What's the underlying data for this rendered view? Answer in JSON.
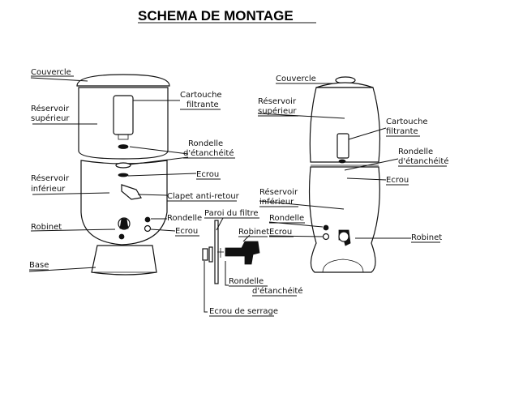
{
  "title": "SCHEMA DE MONTAGE",
  "left": {
    "couvercle": "Couvercle",
    "reservoir_superieur": [
      "Réservoir",
      "supérieur"
    ],
    "cartouche": [
      "Cartouche",
      "filtrante"
    ],
    "rondelle_etancheite": [
      "Rondelle",
      "d'étanchéité"
    ],
    "ecrou": "Ecrou",
    "reservoir_inferieur": [
      "Réservoir",
      "inférieur"
    ],
    "clapet": "Clapet anti-retour",
    "robinet": "Robinet",
    "rondelle": "Rondelle",
    "ecrou_2": "Ecrou",
    "base": "Base"
  },
  "detail": {
    "paroi": "Paroi du filtre",
    "robinet": "Robinet",
    "rondelle_etancheite": [
      "Rondelle",
      "d'étanchéité"
    ],
    "ecrou_serrage": "Ecrou de serrage"
  },
  "right": {
    "couvercle": "Couvercle",
    "reservoir_superieur": [
      "Réservoir",
      "supérieur"
    ],
    "cartouche": [
      "Cartouche",
      "filtrante"
    ],
    "rondelle_etancheite": [
      "Rondelle",
      "d'étanchéité"
    ],
    "ecrou": "Ecrou",
    "reservoir_inferieur": [
      "Réservoir",
      "inférieur"
    ],
    "rondelle": "Rondelle",
    "ecrou_2": "Ecrou",
    "robinet": "Robinet"
  }
}
